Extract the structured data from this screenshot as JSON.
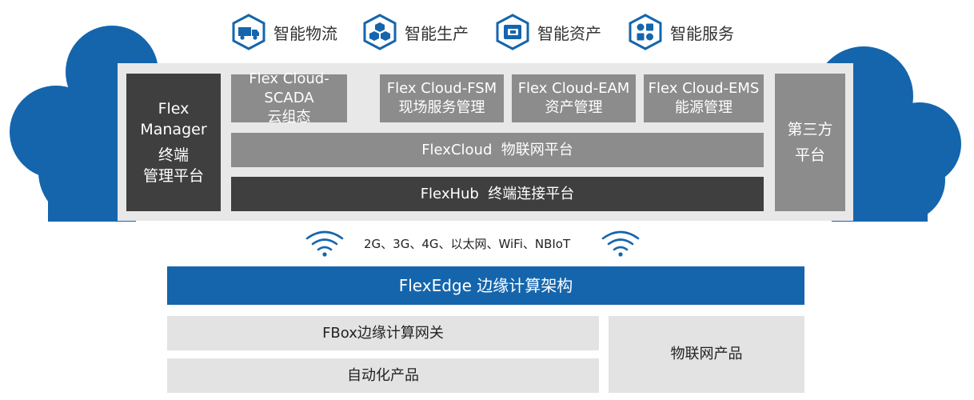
{
  "colors": {
    "cloud_blue": "#1565ad",
    "frame_gray": "#e8e8e8",
    "module_gray": "#8c8c8c",
    "module_dark": "#3f3f3f",
    "device_gray": "#e3e3e3"
  },
  "apps": [
    {
      "icon": "truck-icon",
      "label": "智能物流"
    },
    {
      "icon": "cubes-icon",
      "label": "智能生产"
    },
    {
      "icon": "wallet-icon",
      "label": "智能资产"
    },
    {
      "icon": "service-grid-icon",
      "label": "智能服务"
    }
  ],
  "manager": {
    "line1": "Flex",
    "line2": "Manager",
    "line3": "终端",
    "line4": "管理平台"
  },
  "cloud_apps": [
    {
      "name": "Flex Cloud-SCADA",
      "desc": "云组态"
    },
    {
      "name": "Flex Cloud-FSM",
      "desc": "现场服务管理"
    },
    {
      "name": "Flex Cloud-EAM",
      "desc": "资产管理"
    },
    {
      "name": "Flex Cloud-EMS",
      "desc": "能源管理"
    }
  ],
  "flexcloud": "FlexCloud  物联网平台",
  "flexhub": "FlexHub  终端连接平台",
  "third_party": {
    "line1": "第三方",
    "line2": "平台"
  },
  "protocols": "2G、3G、4G、以太网、WiFi、NBIoT",
  "wifi_icons": [
    "wifi-icon",
    "wifi-icon"
  ],
  "flexedge": "FlexEdge 边缘计算架构",
  "devices": {
    "fbox": "FBox边缘计算网关",
    "automation": "自动化产品",
    "iot": "物联网产品"
  }
}
